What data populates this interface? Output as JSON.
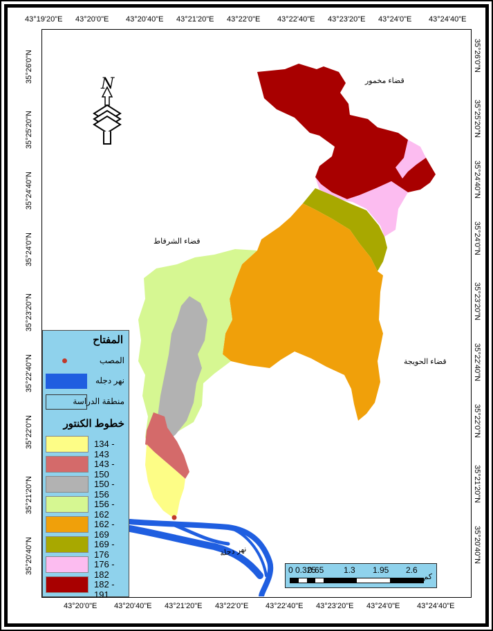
{
  "map": {
    "top_ticks": [
      "43°19'20\"E",
      "43°20'0\"E",
      "43°20'40\"E",
      "43°21'20\"E",
      "43°22'0\"E",
      "43°22'40\"E",
      "43°23'20\"E",
      "43°24'0\"E",
      "43°24'40\"E"
    ],
    "bottom_ticks": [
      "43°20'0\"E",
      "43°20'40\"E",
      "43°21'20\"E",
      "43°22'0\"E",
      "43°22'40\"E",
      "43°23'20\"E",
      "43°24'0\"E",
      "43°24'40\"E"
    ],
    "left_ticks": [
      "35°26'0\"N",
      "35°25'20\"N",
      "35°24'40\"N",
      "35°24'0\"N",
      "35°23'20\"N",
      "35°22'40\"N",
      "35°22'0\"N",
      "35°21'20\"N",
      "35°20'40\"N"
    ],
    "right_ticks": [
      "35°26'0\"N",
      "35°25'20\"N",
      "35°24'40\"N",
      "35°24'0\"N",
      "35°23'20\"N",
      "35°22'40\"N",
      "35°22'0\"N",
      "35°21'20\"N",
      "35°20'40\"N"
    ],
    "districts": {
      "makhmur": "قضاء مخمور",
      "shirqat": "قضاء الشرقاط",
      "hawija": "قضاء الحويجة"
    },
    "river_label": "نهر دجلة",
    "north_label": "N"
  },
  "legend": {
    "title": "المفتاح",
    "outlet": "المصب",
    "river": "نهر دجله",
    "study_area": "منطقة الدراسة",
    "contour_title": "خطوط الكنتور",
    "classes": [
      {
        "label": "134 - 143",
        "color": "#fdfd86"
      },
      {
        "label": "143 - 150",
        "color": "#d46a6a"
      },
      {
        "label": "150 - 156",
        "color": "#b2b2b2"
      },
      {
        "label": "156 - 162",
        "color": "#d6f792"
      },
      {
        "label": "162 - 169",
        "color": "#f0a00a"
      },
      {
        "label": "169 - 176",
        "color": "#a8a800"
      },
      {
        "label": "176 - 182",
        "color": "#fcbcf0"
      },
      {
        "label": "182 - 191",
        "color": "#a80000"
      }
    ],
    "river_color": "#1f5ee0",
    "outlet_color": "#c0392b"
  },
  "scale": {
    "labels": [
      "0",
      "0.325",
      "0.65",
      "1.3",
      "1.95",
      "2.6"
    ],
    "unit": "كم"
  }
}
